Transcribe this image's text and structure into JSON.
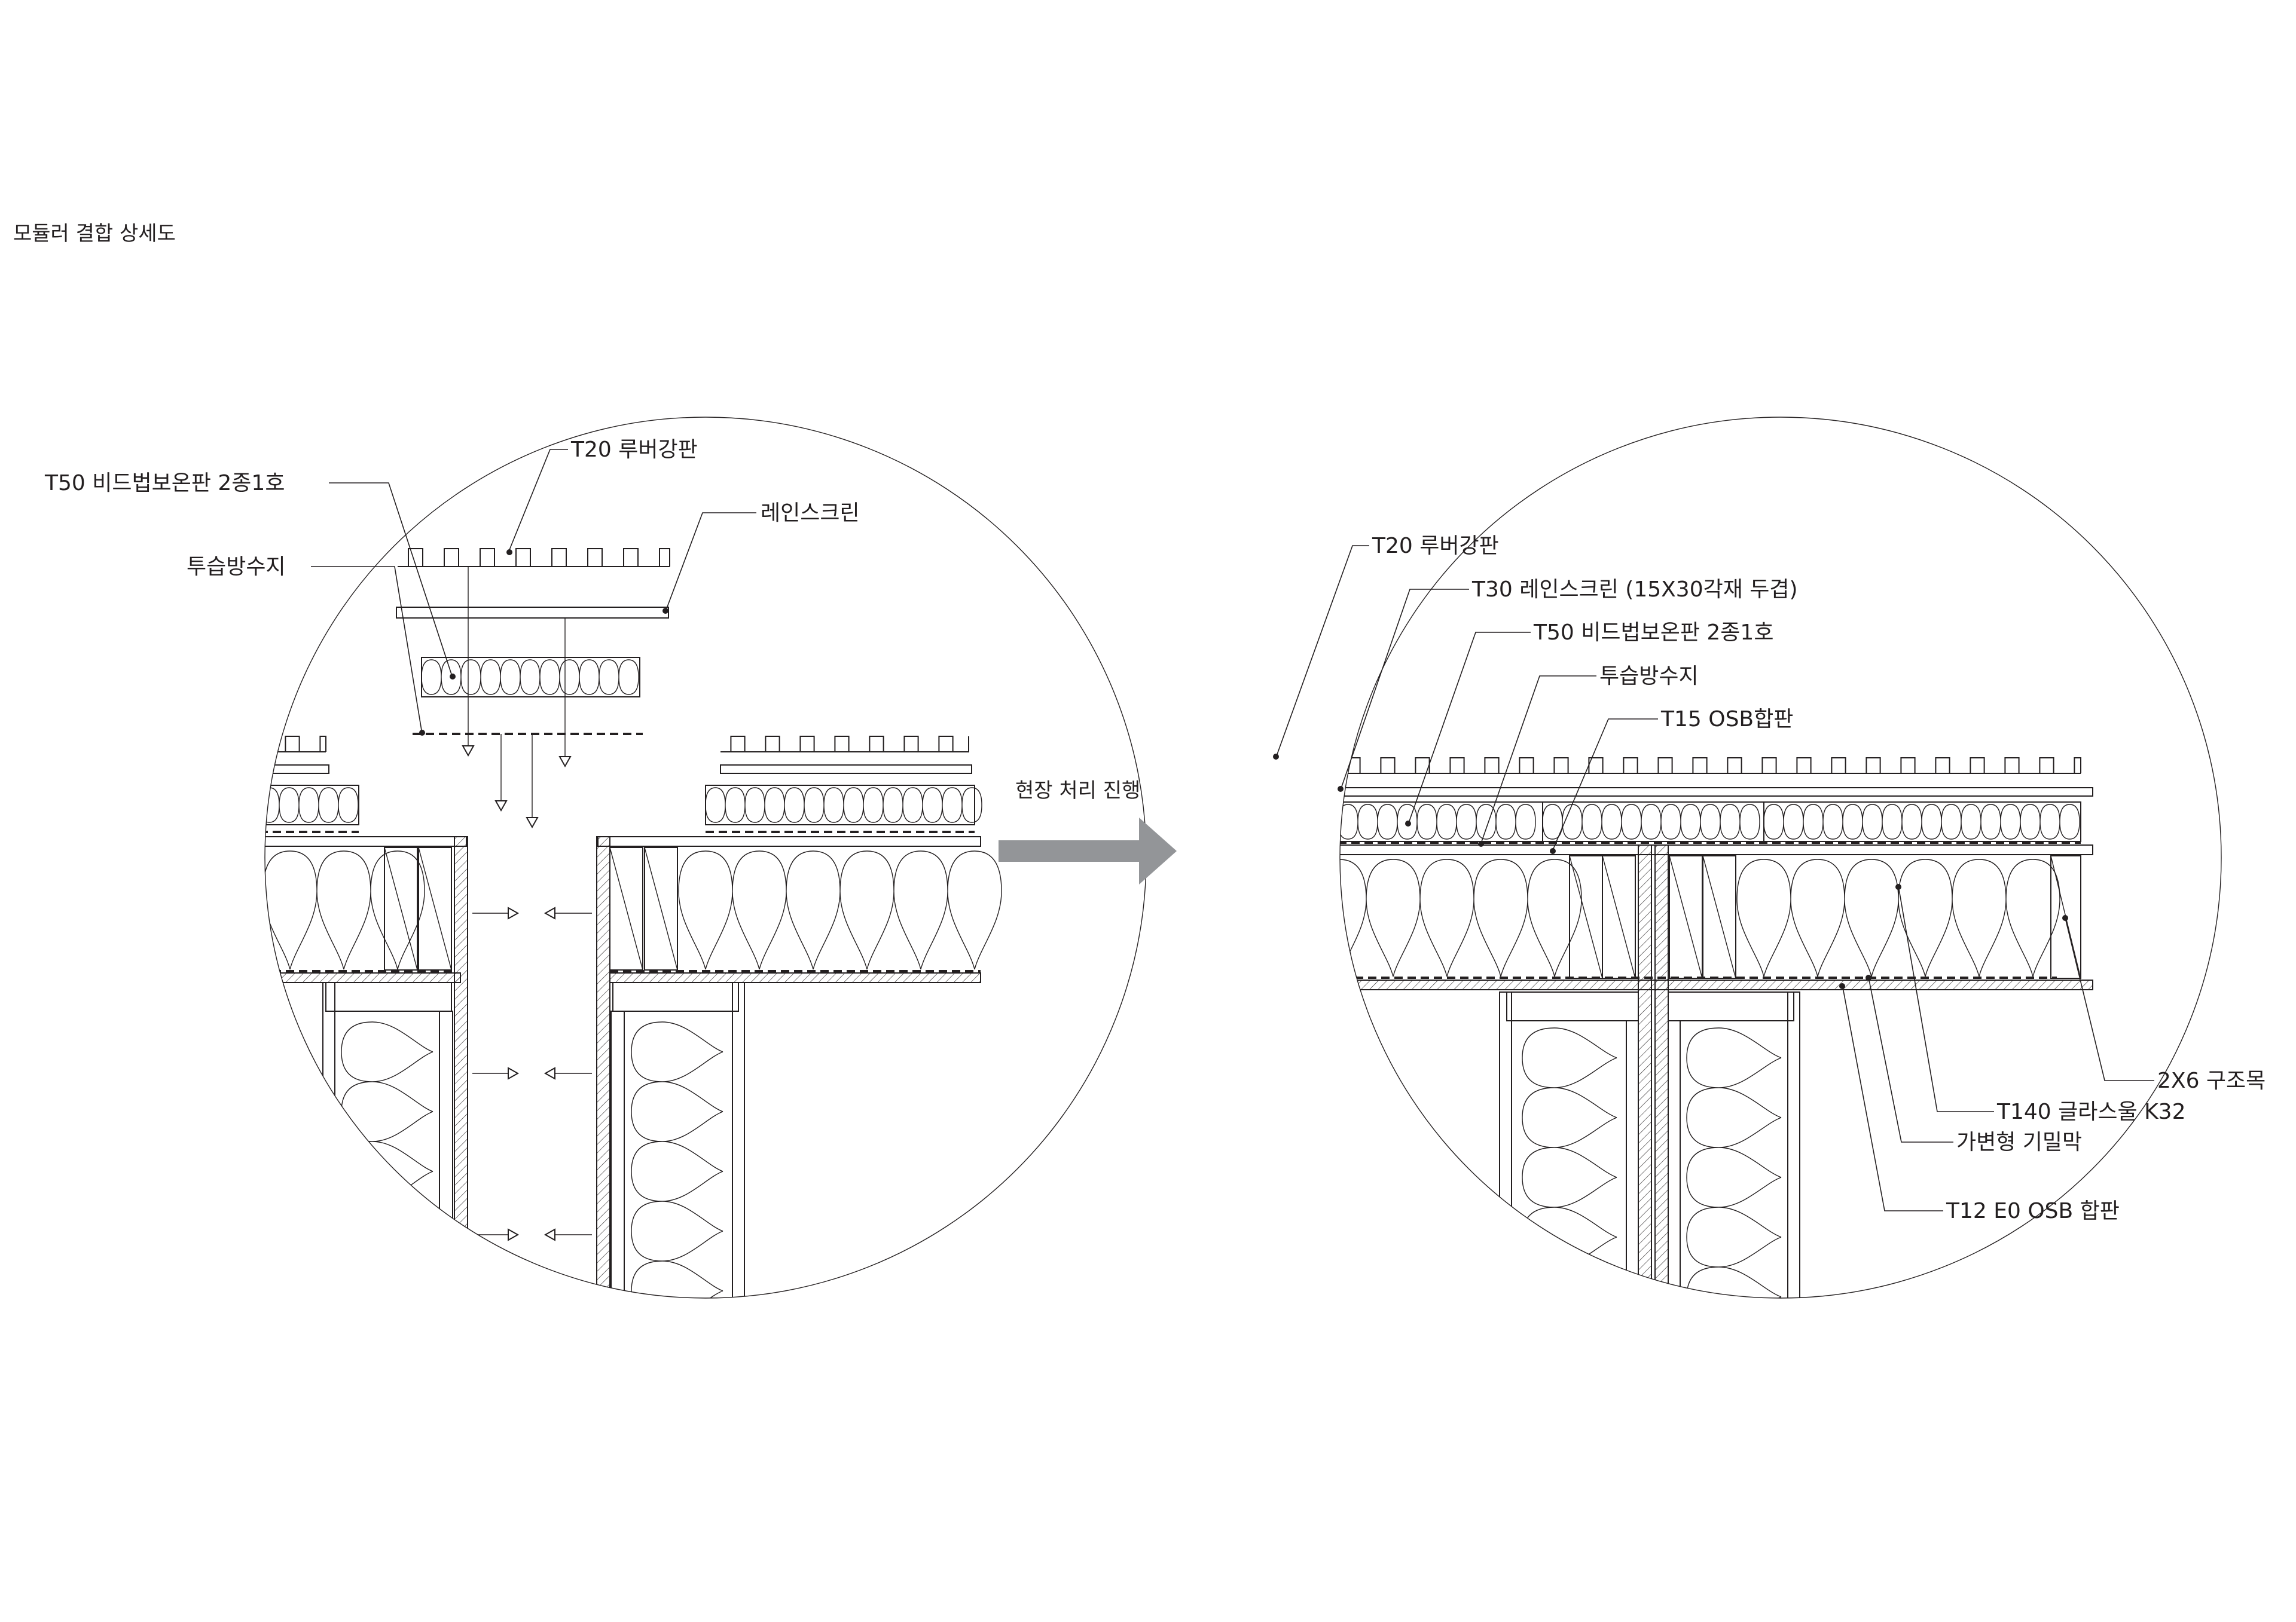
{
  "title": "모듈러 결합 상세도",
  "arrow_label": "현장 처리 진행",
  "arrow_color": "#939598",
  "line_color": "#231f20",
  "left_detail": {
    "labels": {
      "louver": "T20 루버강판",
      "bead": "T50 비드법보온판 2종1호",
      "rainscreen": "레인스크린",
      "tyvek": "투습방수지"
    }
  },
  "right_detail": {
    "labels": {
      "louver": "T20 루버강판",
      "rainscreen": "T30 레인스크린 (15X30각재 두겹)",
      "bead": "T50 비드법보온판 2종1호",
      "tyvek": "투습방수지",
      "osb15": "T15 OSB합판",
      "stud": "2X6 구조목",
      "glasswool": "T140 글라스울 K32",
      "vapor": "가변형 기밀막",
      "osb12": "T12 E0 OSB 합판"
    }
  }
}
